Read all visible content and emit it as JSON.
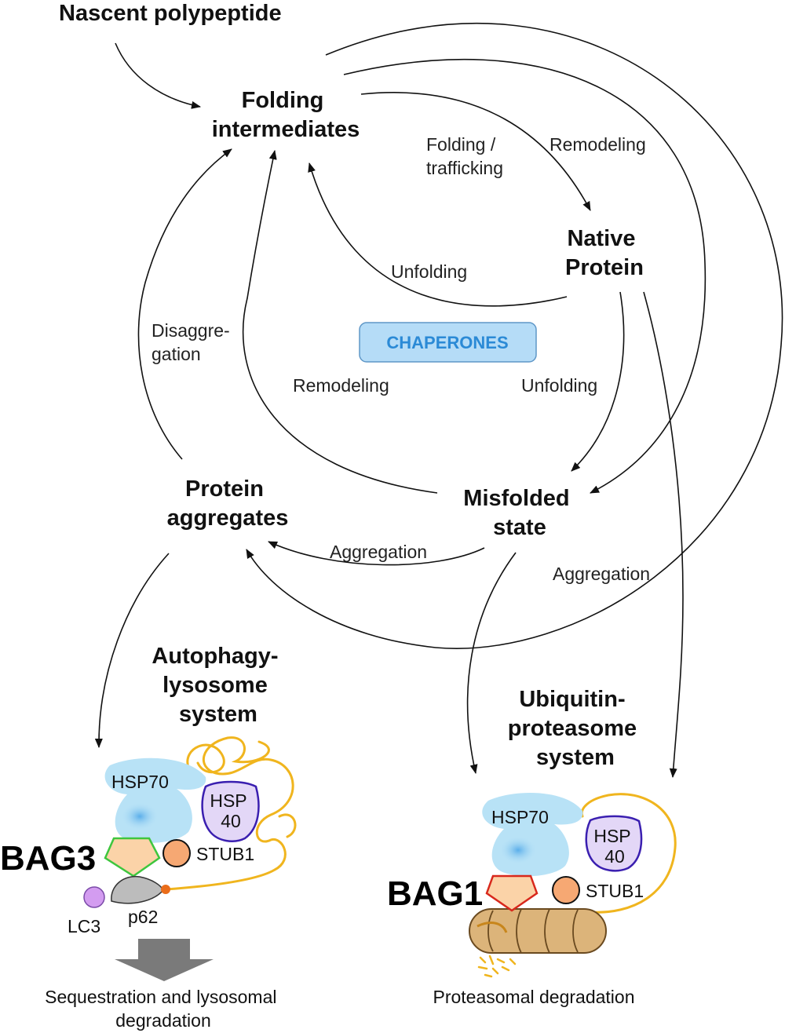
{
  "nodes": {
    "nascent": "Nascent polypeptide",
    "folding_intermediates": [
      "Folding",
      "intermediates"
    ],
    "native_protein": [
      "Native",
      "Protein"
    ],
    "misfolded_state": [
      "Misfolded",
      "state"
    ],
    "protein_aggregates": [
      "Protein",
      "aggregates"
    ],
    "autophagy_system": [
      "Autophagy-",
      "lysosome",
      "system"
    ],
    "ubiquitin_system": [
      "Ubiquitin-",
      "proteasome",
      "system"
    ]
  },
  "edge_labels": {
    "folding_trafficking": [
      "Folding /",
      "trafficking"
    ],
    "remodeling_top": "Remodeling",
    "unfolding_left": "Unfolding",
    "disaggregation": [
      "Disaggre-",
      "gation"
    ],
    "remodeling_mid": "Remodeling",
    "unfolding_right": "Unfolding",
    "aggregation_mid": "Aggregation",
    "aggregation_right": "Aggregation"
  },
  "chaperones_label": "CHAPERONES",
  "complex_left": {
    "bag_label": "BAG3",
    "hsp70": "HSP70",
    "hsp40": [
      "HSP",
      "40"
    ],
    "stub1": "STUB1",
    "lc3": "LC3",
    "p62": "p62",
    "caption": [
      "Sequestration and lysosomal",
      "degradation"
    ]
  },
  "complex_right": {
    "bag_label": "BAG1",
    "hsp70": "HSP70",
    "hsp40": [
      "HSP",
      "40"
    ],
    "stub1": "STUB1",
    "caption": "Proteasomal degradation"
  },
  "colors": {
    "hsp70": "#b8e2f6",
    "hsp70_glow": "#6ab8ee",
    "hsp40_fill": "#e3d7f7",
    "hsp40_stroke": "#3a1fb0",
    "bag3_stroke": "#3ec63e",
    "bag1_stroke": "#d8281c",
    "bag_fill": "#fbd3a8",
    "stub1": "#f6a873",
    "lc3": "#d39cf0",
    "p62": "#bcbcbc",
    "chain": "#f0b51e",
    "proteasome": "#dcb47a",
    "chaperones_fill": "#b5dcf7",
    "chaperones_text": "#2b8ad6",
    "degradation_arrow": "#7a7a7a"
  }
}
